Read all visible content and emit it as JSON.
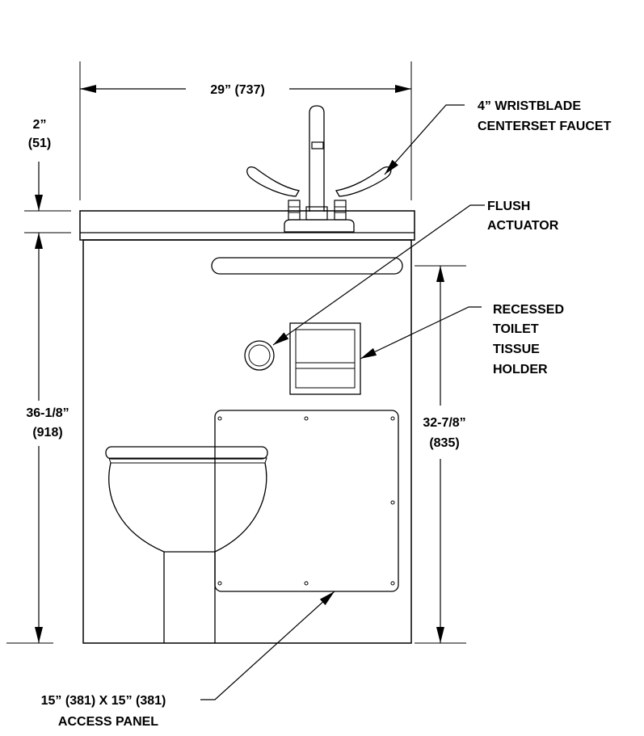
{
  "labels": {
    "width_dim": "29” (737)",
    "top_gap_line1": "2”",
    "top_gap_line2": "(51)",
    "faucet_line1": "4” WRISTBLADE",
    "faucet_line2": "CENTERSET FAUCET",
    "flush_line1": "FLUSH",
    "flush_line2": "ACTUATOR",
    "tissue_line1": "RECESSED",
    "tissue_line2": "TOILET",
    "tissue_line3": "TISSUE",
    "tissue_line4": "HOLDER",
    "height_left_line1": "36-1/8”",
    "height_left_line2": "(918)",
    "height_right_line1": "32-7/8”",
    "height_right_line2": "(835)",
    "panel_line1": "15” (381) X 15” (381)",
    "panel_line2": "ACCESS PANEL"
  }
}
